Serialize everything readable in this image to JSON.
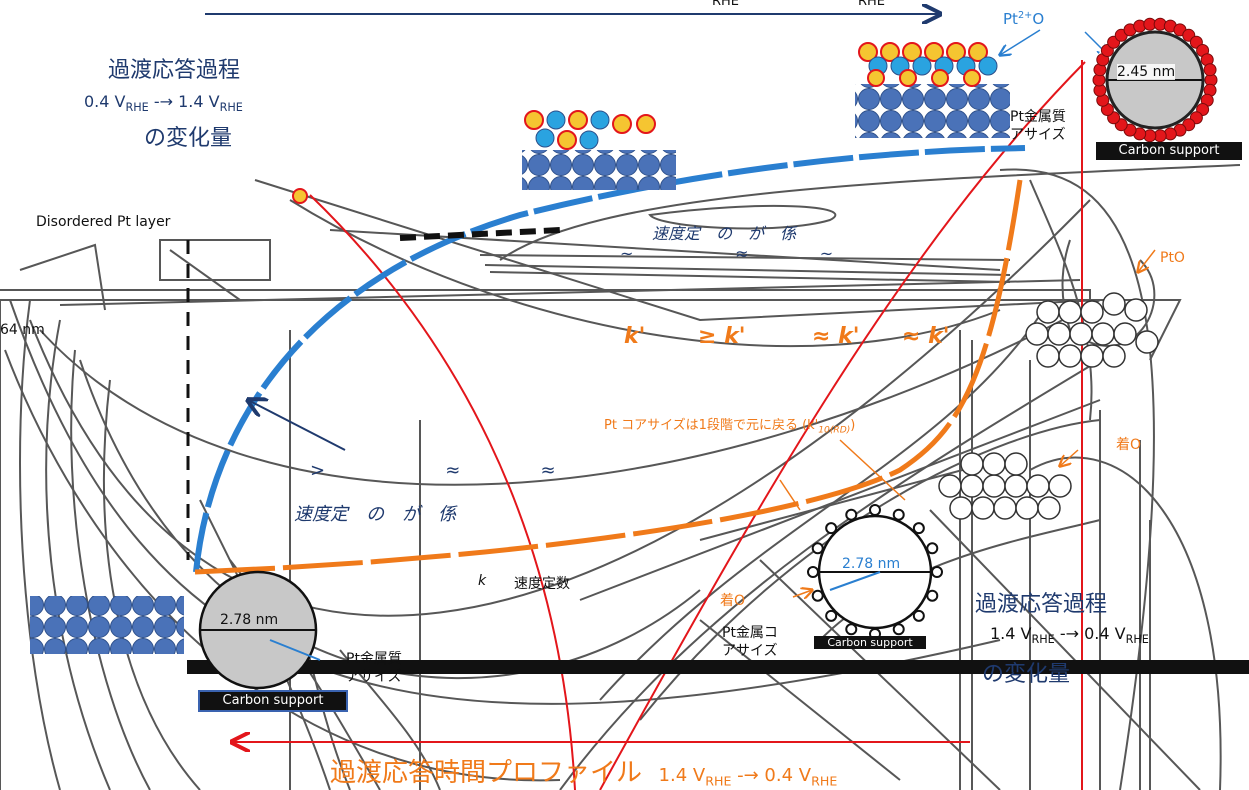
{
  "top_labels": {
    "rhe_left": "RHE",
    "rhe_right": "RHE"
  },
  "left_panel": {
    "title": "過渡応答過程",
    "range": {
      "from_prefix": "0.4 V",
      "sub": "RHE",
      "arrow": " -→ 1.4 V"
    },
    "suffix": "の変化量"
  },
  "right_panel": {
    "title": "過渡応答過程",
    "range": {
      "from_prefix": "1.4 V",
      "sub": "RHE",
      "arrow": " -→ 0.4 V"
    },
    "suffix": "の変化量"
  },
  "labels": {
    "disordered_layer": "Disordered Pt layer",
    "nm_left": "64 nm",
    "pt2o": "Pt",
    "pt2o_sup": "2+",
    "pt2o_tail": "O",
    "pto": "PtO",
    "core_top": "Pt金属質",
    "core_top2": "アサイズ",
    "core_mid1": "Pt金属コ",
    "core_mid2": "アサイズ",
    "core_left1": "Pt金属質",
    "core_left2": "アサイズ",
    "adsorbed_o_mid": "着O",
    "adsorbed_o_right": "着O",
    "rate_constant_top": "速度定　の　が　係",
    "rate_constant_mid": "速度定　の　が　係",
    "k_symbol": "k",
    "k_label": "速度定数",
    "recovery_note": "Pt コアサイズは1段階で元に戻る (k'",
    "recovery_sub": "10(RD)",
    "recovery_tail": ")",
    "k_row": [
      "k'",
      "≥ k'",
      "≈ k'",
      "≈ k'"
    ],
    "approx_row": [
      ">",
      "≈",
      "≈"
    ],
    "approx_top": [
      "~",
      "≈",
      "~"
    ]
  },
  "particles": {
    "top_right_diameter": "2.45 nm",
    "mid_diameter": "2.78 nm",
    "left_diameter": "2.78 nm",
    "support_label": "Carbon support",
    "support_label_mid": "Carbon support"
  },
  "bottom": {
    "prefix": "過渡応答時間プロファイル",
    "range": {
      "from_prefix": "1.4 V",
      "sub": "RHE",
      "arrow": " -→ 0.4 V"
    }
  },
  "colors": {
    "navy": "#1f3a6e",
    "orange": "#f07a1a",
    "red": "#e3161b",
    "blue_curve": "#2a7fd0"
  }
}
